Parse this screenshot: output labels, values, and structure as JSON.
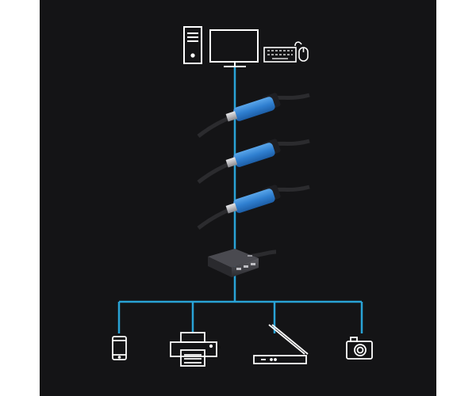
{
  "colors": {
    "background": "#141416",
    "connector_line": "#29a3d6",
    "icon_stroke": "#ffffff",
    "cable_body_blue": "#2f7fd0",
    "cable_dark": "#2b2b2e",
    "hub_body": "#3a3a3f"
  },
  "diagram": {
    "nodes": [
      {
        "id": "pc-tower",
        "icon": "computer-tower-icon"
      },
      {
        "id": "monitor",
        "icon": "monitor-icon"
      },
      {
        "id": "keyboard",
        "icon": "keyboard-icon"
      },
      {
        "id": "mouse",
        "icon": "mouse-icon"
      },
      {
        "id": "usb-extension-cable-1",
        "icon": "usb-active-extension-cable"
      },
      {
        "id": "usb-extension-cable-2",
        "icon": "usb-active-extension-cable"
      },
      {
        "id": "usb-extension-cable-3",
        "icon": "usb-active-extension-cable"
      },
      {
        "id": "usb-hub",
        "icon": "usb-hub-icon"
      },
      {
        "id": "smartphone",
        "icon": "smartphone-icon"
      },
      {
        "id": "printer",
        "icon": "printer-icon"
      },
      {
        "id": "scanner",
        "icon": "flatbed-scanner-icon"
      },
      {
        "id": "camera",
        "icon": "camera-icon"
      }
    ],
    "chain_order": [
      "monitor",
      "usb-extension-cable-1",
      "usb-extension-cable-2",
      "usb-extension-cable-3",
      "usb-hub"
    ],
    "hub_targets": [
      "smartphone",
      "printer",
      "scanner",
      "camera"
    ]
  }
}
